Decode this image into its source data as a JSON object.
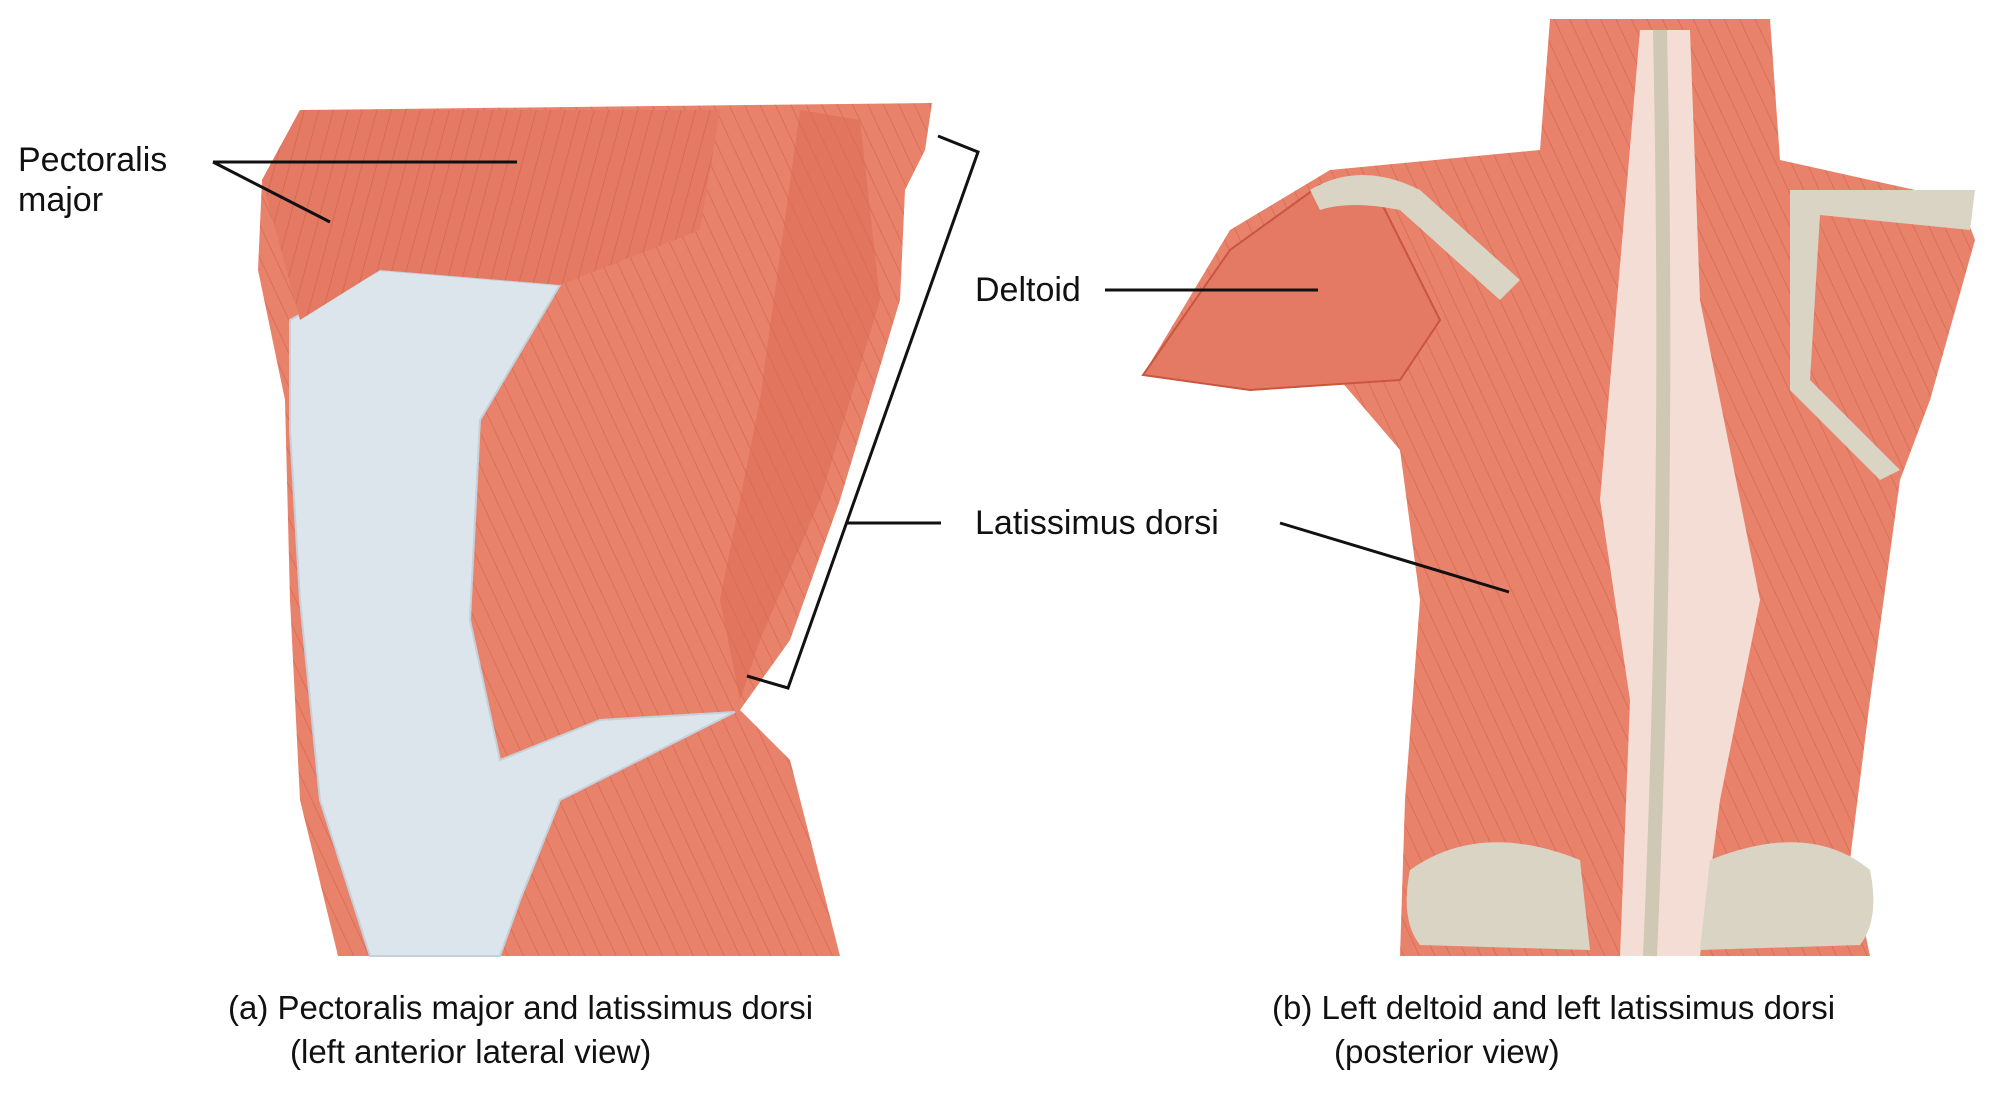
{
  "labels": {
    "pectoralis_line1": "Pectoralis",
    "pectoralis_line2": "major",
    "deltoid": "Deltoid",
    "latissimus": "Latissimus dorsi"
  },
  "captions": {
    "a_line1": "(a) Pectoralis major and latissimus dorsi",
    "a_line2": "(left anterior lateral view)",
    "b_line1": "(b) Left deltoid and left latissimus dorsi",
    "b_line2": "(posterior view)"
  },
  "colors": {
    "muscle": "#e9826b",
    "muscle_dark": "#d1634d",
    "fascia": "#dde5ec",
    "bone": "#d9d4c4"
  }
}
